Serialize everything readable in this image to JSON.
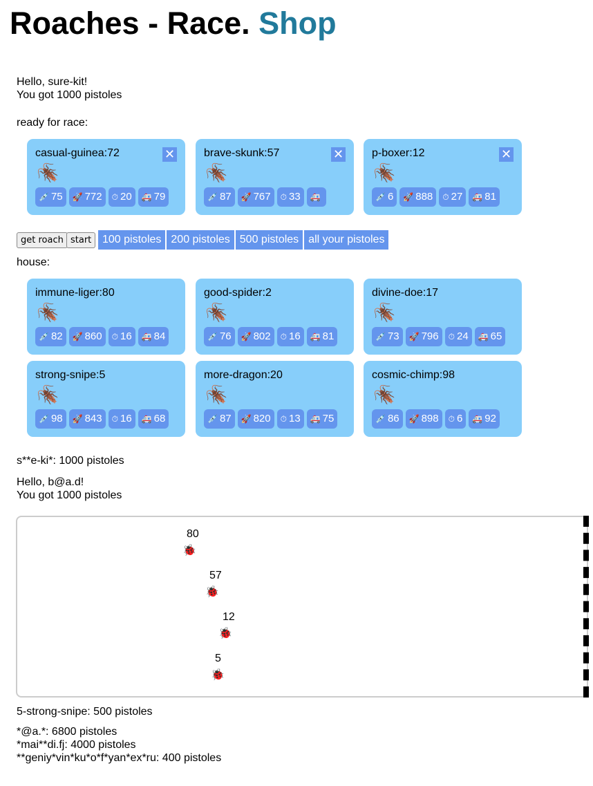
{
  "header": {
    "title": "Roaches - Race.",
    "shop": "Shop"
  },
  "greeting": {
    "hello": "Hello, sure-kit!",
    "balance": "You got 1000 pistoles"
  },
  "ready_label": "ready for race:",
  "house_label": "house:",
  "ready": [
    {
      "name": "casual-guinea:72",
      "stats": [
        "75",
        "772",
        "20",
        "79"
      ]
    },
    {
      "name": "brave-skunk:57",
      "stats": [
        "87",
        "767",
        "33",
        ""
      ]
    },
    {
      "name": "p-boxer:12",
      "stats": [
        "6",
        "888",
        "27",
        "81"
      ]
    }
  ],
  "house": [
    {
      "name": "immune-liger:80",
      "stats": [
        "82",
        "860",
        "16",
        "84"
      ]
    },
    {
      "name": "good-spider:2",
      "stats": [
        "76",
        "802",
        "16",
        "81"
      ]
    },
    {
      "name": "divine-doe:17",
      "stats": [
        "73",
        "796",
        "24",
        "65"
      ]
    },
    {
      "name": "strong-snipe:5",
      "stats": [
        "98",
        "843",
        "16",
        "68"
      ]
    },
    {
      "name": "more-dragon:20",
      "stats": [
        "87",
        "820",
        "13",
        "75"
      ]
    },
    {
      "name": "cosmic-chimp:98",
      "stats": [
        "86",
        "898",
        "6",
        "92"
      ]
    }
  ],
  "icons": {
    "roach": "🪳",
    "syringe": "💉",
    "rocket": "🚀",
    "stopwatch": "⏱",
    "ambulance": "🚑",
    "close": "✕",
    "bug": "🐞"
  },
  "buttons": {
    "get_roach": "get roach",
    "start": "start"
  },
  "bet_menu": [
    "100 pistoles",
    "200 pistoles",
    "500 pistoles",
    "all your pistoles"
  ],
  "bet_line": "s**e-ki*: 1000 pistoles",
  "greeting2": {
    "hello": "Hello, b@a.d!",
    "balance": "You got 1000 pistoles"
  },
  "race": [
    "80",
    "57",
    "12",
    "5"
  ],
  "result": "5-strong-snipe: 500 pistoles",
  "leaderboard": [
    "*@a.*: 6800 pistoles",
    "*mai**di.fj: 4000 pistoles",
    "**geniy*vin*ku*o*f*yan*ex*ru: 400 pistoles"
  ]
}
